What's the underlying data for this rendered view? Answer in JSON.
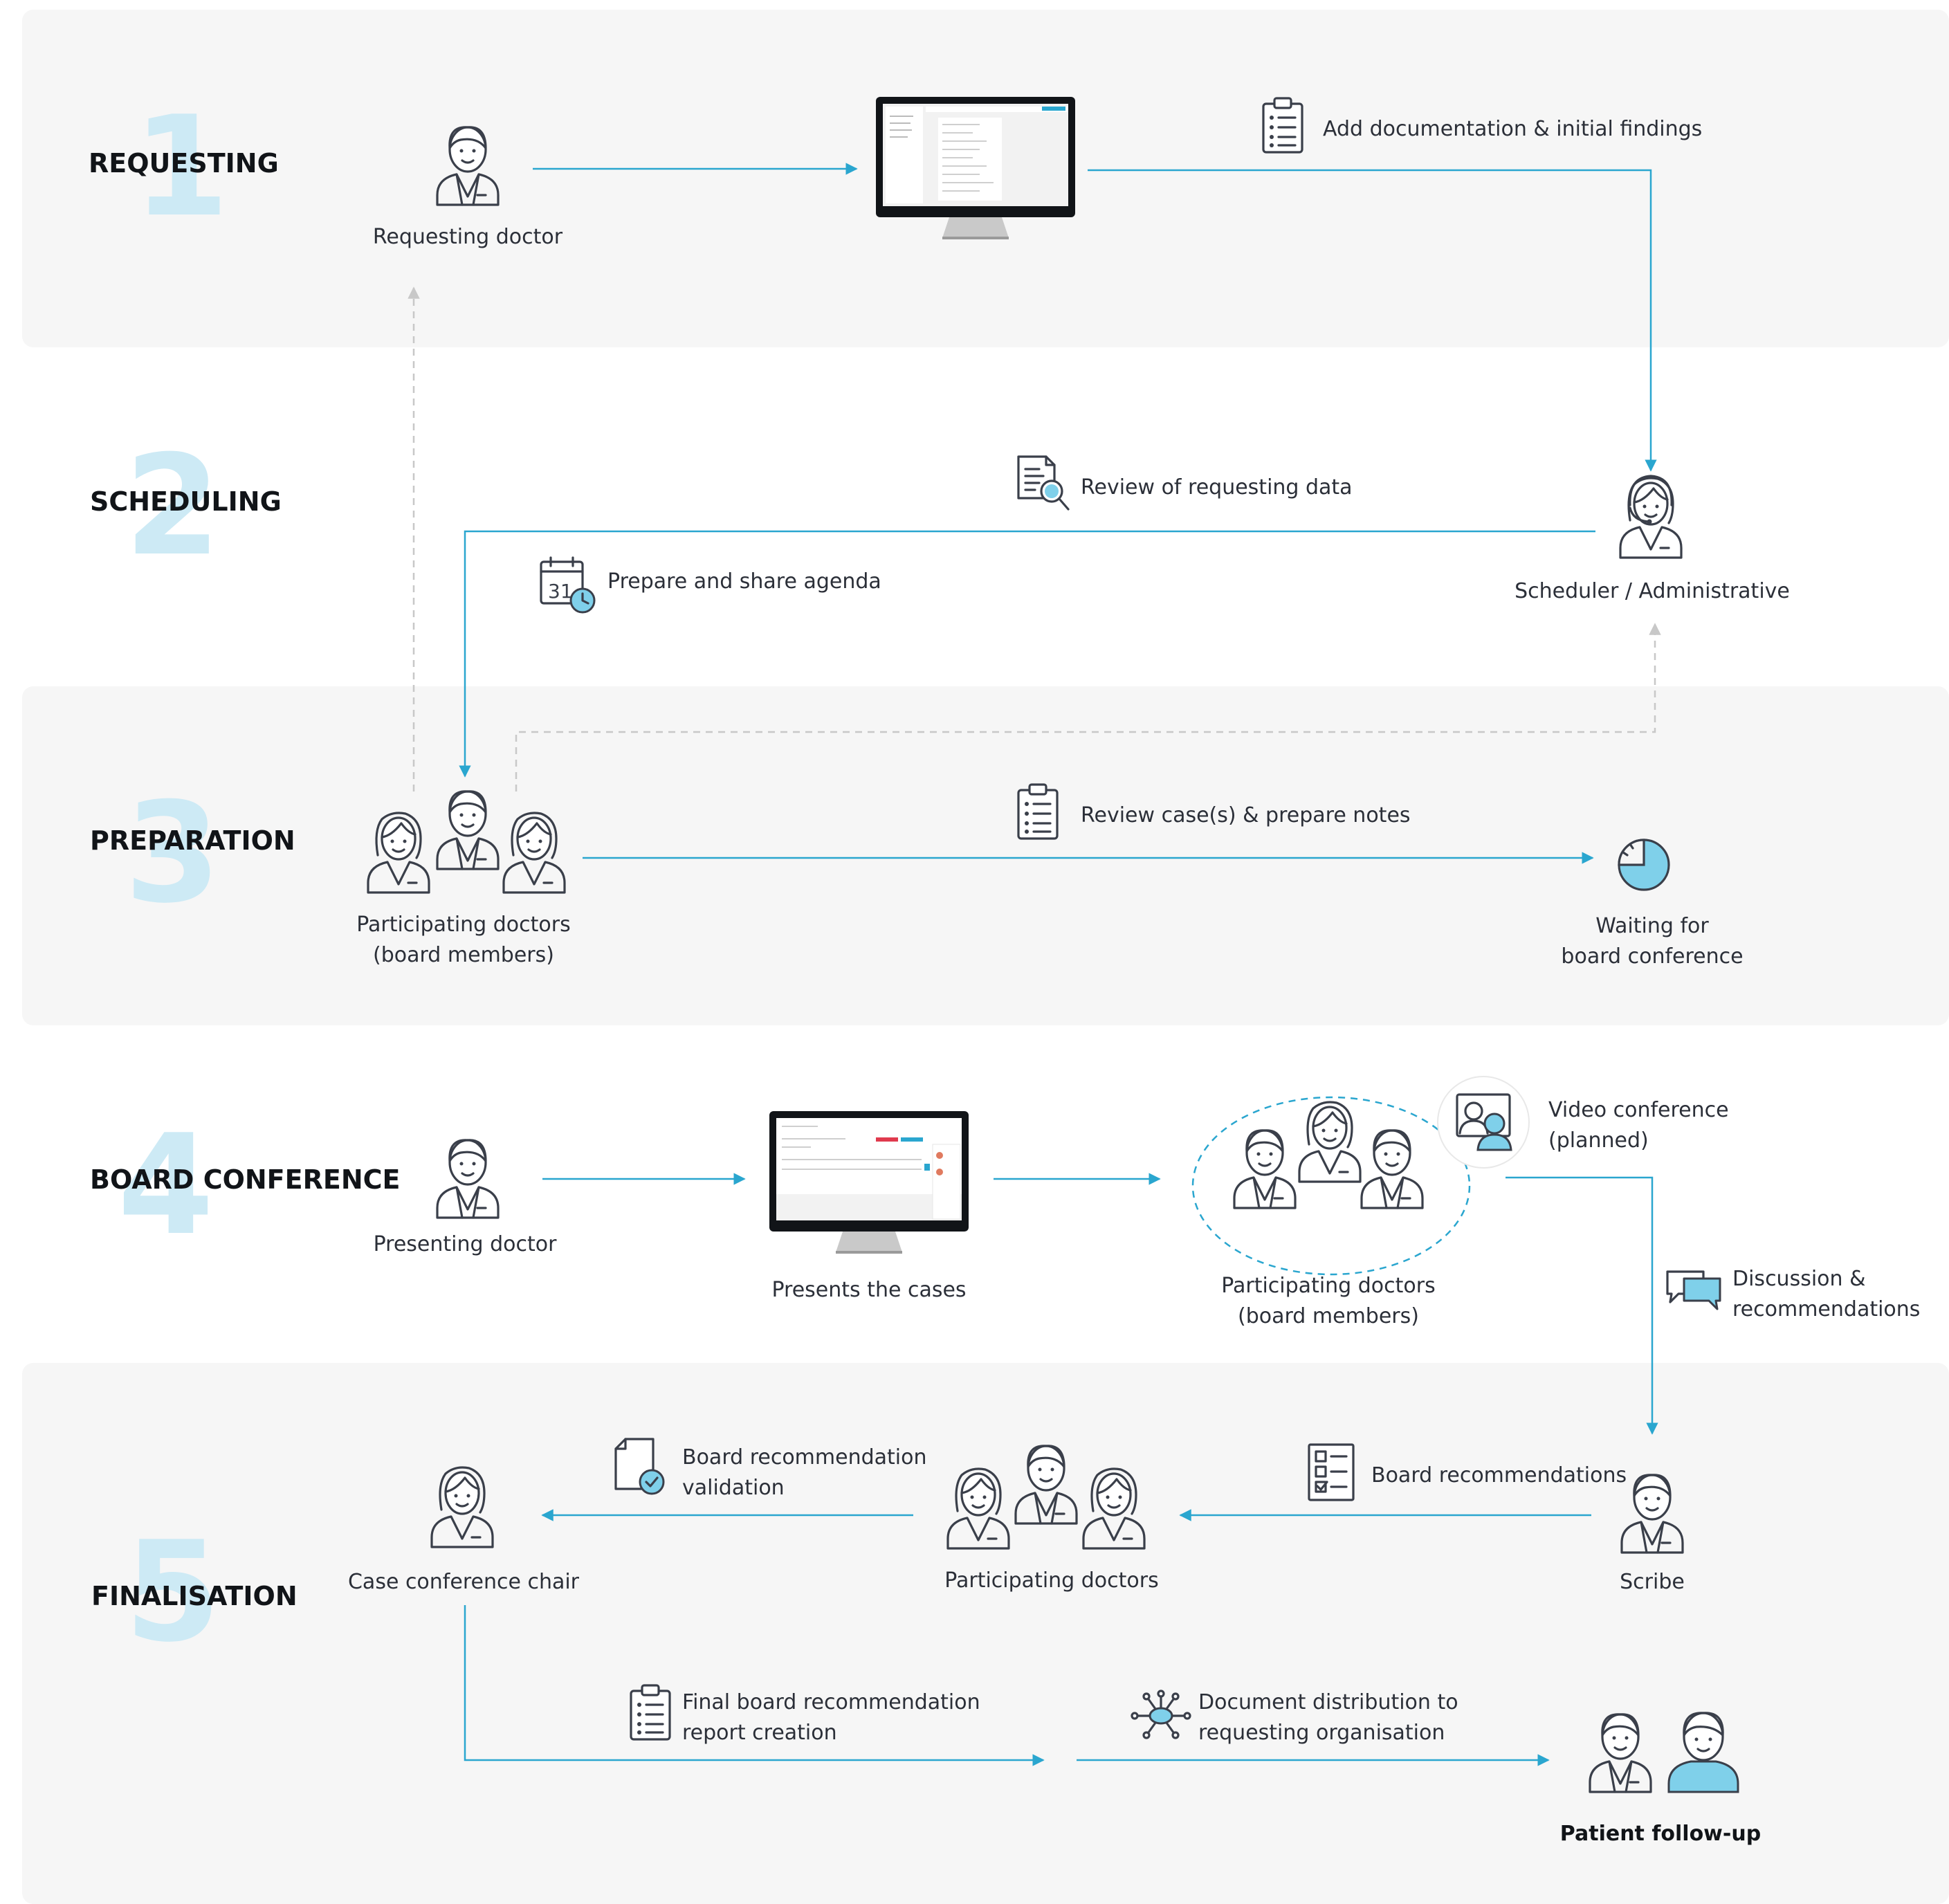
{
  "stages": [
    {
      "number": "1",
      "label": "REQUESTING"
    },
    {
      "number": "2",
      "label": "SCHEDULING"
    },
    {
      "number": "3",
      "label": "PREPARATION"
    },
    {
      "number": "4",
      "label": "BOARD CONFERENCE"
    },
    {
      "number": "5",
      "label": "FINALISATION"
    }
  ],
  "actors": {
    "requesting_doctor": "Requesting doctor",
    "scheduler": "Scheduler / Administrative",
    "participating_board_l1": "Participating doctors",
    "participating_board_l2": "(board members)",
    "waiting_l1": "Waiting for",
    "waiting_l2": "board conference",
    "presenting_doctor": "Presenting doctor",
    "presents_cases": "Presents the cases",
    "conf_members_l1": "Participating doctors",
    "conf_members_l2": "(board members)",
    "case_chair": "Case conference chair",
    "participating_doctors": "Participating doctors",
    "scribe": "Scribe",
    "patient_followup": "Patient follow-up"
  },
  "steps": {
    "add_documentation": "Add documentation & initial findings",
    "review_requesting": "Review of requesting data",
    "prepare_agenda": "Prepare and share agenda",
    "calendar_day": "31",
    "review_cases": "Review case(s) & prepare notes",
    "video_l1": "Video conference",
    "video_l2": "(planned)",
    "discussion_l1": "Discussion &",
    "discussion_l2": "recommendations",
    "board_recommendations": "Board recommendations",
    "validation_l1": "Board recommendation",
    "validation_l2": "validation",
    "final_report_l1": "Final board recommendation",
    "final_report_l2": "report creation",
    "distribution_l1": "Document distribution to",
    "distribution_l2": "requesting organisation"
  },
  "colors": {
    "flow": "#2aa6cf",
    "band": "#f6f6f6",
    "stage_number": "#cdeaf5",
    "icon_accent": "#7fd0ea"
  }
}
